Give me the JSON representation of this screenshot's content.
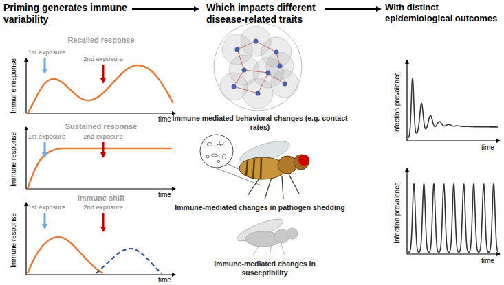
{
  "diagram": {
    "labels": [
      "Priming generates immune variability",
      "Which impacts different disease-related traits",
      "With distinct epidemiological outcomes",
      "Recalled response",
      "1st exposure",
      "2nd exposure",
      "Immune response",
      "time",
      "Sustained response",
      "1st exposure",
      "2nd exposure",
      "Immune response",
      "time",
      "Immune shift",
      "1st exposure",
      "2nd exposure",
      "Immune response",
      "time",
      "Immune mediated behavioral changes (e.g. contact rates)",
      "Immune-mediated changes in pathogen shedding",
      "Immune-mediated changes in susceptibility",
      "Infection prevalence",
      "time",
      "Infection prevalence",
      "time"
    ]
  }
}
